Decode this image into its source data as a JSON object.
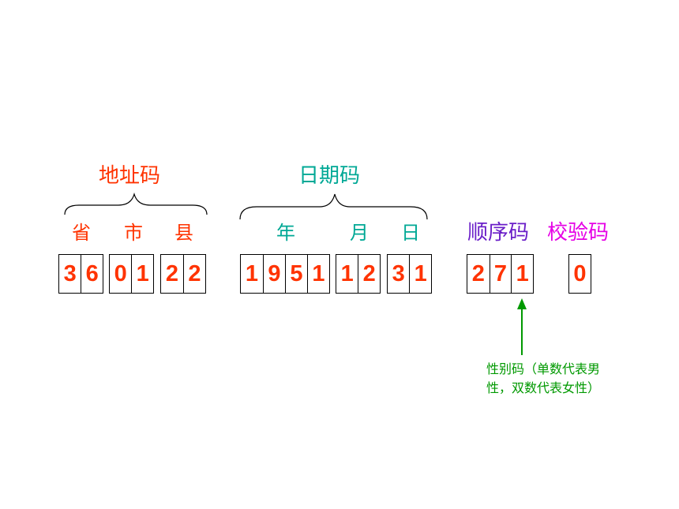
{
  "colors": {
    "address": "#ff3300",
    "date": "#00a895",
    "sequence": "#6a1ec8",
    "check": "#e600e6",
    "digit": "#ff3300",
    "note": "#009900"
  },
  "headers": {
    "address": "地址码",
    "date": "日期码",
    "sequence": "顺序码",
    "check": "校验码"
  },
  "sub_labels": {
    "province": "省",
    "city": "市",
    "county": "县",
    "year": "年",
    "month": "月",
    "day": "日"
  },
  "groups": {
    "g1": [
      "3",
      "6"
    ],
    "g2": [
      "0",
      "1"
    ],
    "g3": [
      "2",
      "2"
    ],
    "g4": [
      "1",
      "9",
      "5",
      "1"
    ],
    "g5": [
      "1",
      "2"
    ],
    "g6": [
      "3",
      "1"
    ],
    "g7": [
      "2",
      "7",
      "1"
    ],
    "g8": [
      "0"
    ]
  },
  "annotation": {
    "text": "性别码（单数代表男性，双数代表女性）"
  }
}
